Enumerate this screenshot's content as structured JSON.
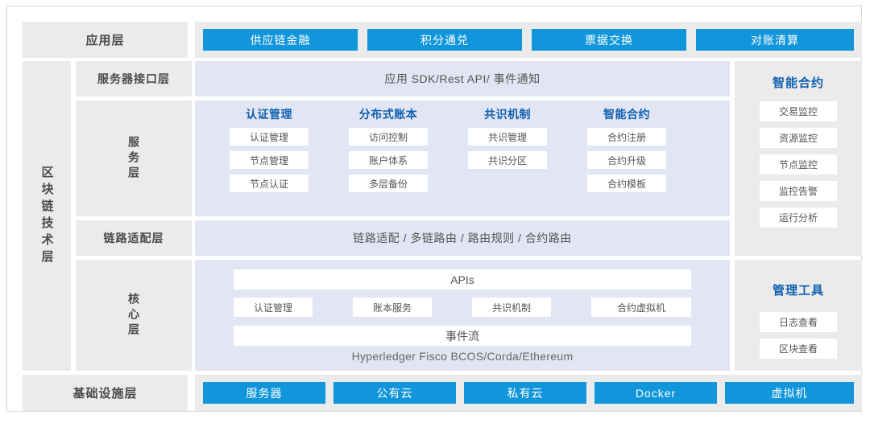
{
  "diagram": {
    "application_layer": {
      "label": "应用层",
      "items": [
        {
          "label": "供应链金融"
        },
        {
          "label": "积分通兑"
        },
        {
          "label": "票据交换"
        },
        {
          "label": "对账清算"
        }
      ]
    },
    "blockchain_tech_layer": {
      "label": "区块链技术层",
      "server_interface_layer": {
        "label": "服务器接口层",
        "content": "应用 SDK/Rest API/ 事件通知"
      },
      "service_layer": {
        "label": "服务层",
        "columns": [
          {
            "title": "认证管理",
            "items": [
              "认证管理",
              "节点管理",
              "节点认证"
            ]
          },
          {
            "title": "分布式账本",
            "items": [
              "访问控制",
              "账户体系",
              "多层备份"
            ]
          },
          {
            "title": "共识机制",
            "items": [
              "共识管理",
              "共识分区"
            ]
          },
          {
            "title": "智能合约",
            "items": [
              "合约注册",
              "合约升级",
              "合约模板"
            ]
          }
        ]
      },
      "link_adaptation_layer": {
        "label": "链路适配层",
        "content": "链路适配 / 多链路由 / 路由规则 / 合约路由"
      },
      "core_layer": {
        "label": "核心层",
        "apis": "APIs",
        "modules": [
          "认证管理",
          "账本服务",
          "共识机制",
          "合约虚拟机"
        ],
        "event_stream": "事件流",
        "footer": "Hyperledger Fisco BCOS/Corda/Ethereum"
      }
    },
    "right_panels": [
      {
        "title": "智能合约",
        "items": [
          "交易监控",
          "资源监控",
          "节点监控",
          "监控告警",
          "运行分析"
        ]
      },
      {
        "title": "管理工具",
        "items": [
          "日志查看",
          "区块查看"
        ]
      }
    ],
    "infrastructure_layer": {
      "label": "基础设施层",
      "items": [
        {
          "label": "服务器"
        },
        {
          "label": "公有云"
        },
        {
          "label": "私有云"
        },
        {
          "label": "Docker"
        },
        {
          "label": "虚拟机"
        }
      ]
    },
    "colors": {
      "accent_blue": "#1296db",
      "heading_blue": "#1061b0",
      "gray_block": "#ebebeb",
      "lavender_block": "#e2e5f3",
      "text": "#4a4a4a"
    }
  }
}
